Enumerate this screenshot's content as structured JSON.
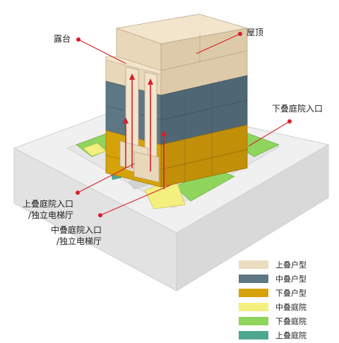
{
  "labels": {
    "terrace": "露台",
    "roof": "屋顶",
    "lower_courtyard_entry": "下叠庭院入口",
    "upper_entry_line1": "上叠庭院入口",
    "upper_entry_line2": "/独立电梯厅",
    "middle_entry_line1": "中叠庭院入口",
    "middle_entry_line2": "/独立电梯厅"
  },
  "legend": [
    {
      "label": "上叠户型",
      "color": "#ecdcc0"
    },
    {
      "label": "中叠户型",
      "color": "#5d7785"
    },
    {
      "label": "下叠户型",
      "color": "#d6a20a"
    },
    {
      "label": "中叠庭院",
      "color": "#f3f07f"
    },
    {
      "label": "下叠庭院",
      "color": "#8fd45d"
    },
    {
      "label": "上叠庭院",
      "color": "#4ea68f"
    }
  ],
  "colors": {
    "upper_unit": "#ecdcc0",
    "middle_unit": "#5d7785",
    "lower_unit": "#d6a20a",
    "middle_courtyard": "#f3f07f",
    "lower_courtyard": "#8fd45d",
    "upper_courtyard": "#4ea68f",
    "podium": "#e8e8e8",
    "accent_line": "#d81e2c"
  }
}
